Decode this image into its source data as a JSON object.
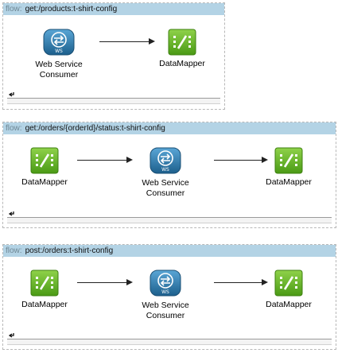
{
  "flows": [
    {
      "prefix": "flow:",
      "name": "get:/products:t-shirt-config",
      "nodes": [
        {
          "type": "web-service-consumer",
          "label": "Web Service\nConsumer",
          "icon_text": "WS"
        },
        {
          "type": "datamapper",
          "label": "DataMapper"
        }
      ]
    },
    {
      "prefix": "flow:",
      "name": "get:/orders/{orderId}/status:t-shirt-config",
      "nodes": [
        {
          "type": "datamapper",
          "label": "DataMapper"
        },
        {
          "type": "web-service-consumer",
          "label": "Web Service\nConsumer",
          "icon_text": "WS"
        },
        {
          "type": "datamapper",
          "label": "DataMapper"
        }
      ]
    },
    {
      "prefix": "flow:",
      "name": "post:/orders:t-shirt-config",
      "nodes": [
        {
          "type": "datamapper",
          "label": "DataMapper"
        },
        {
          "type": "web-service-consumer",
          "label": "Web Service\nConsumer",
          "icon_text": "WS"
        },
        {
          "type": "datamapper",
          "label": "DataMapper"
        }
      ]
    }
  ],
  "colors": {
    "header_bg": "#b3d3e5",
    "datamapper_green": "#5fae1d",
    "ws_blue": "#2d7fb0"
  }
}
